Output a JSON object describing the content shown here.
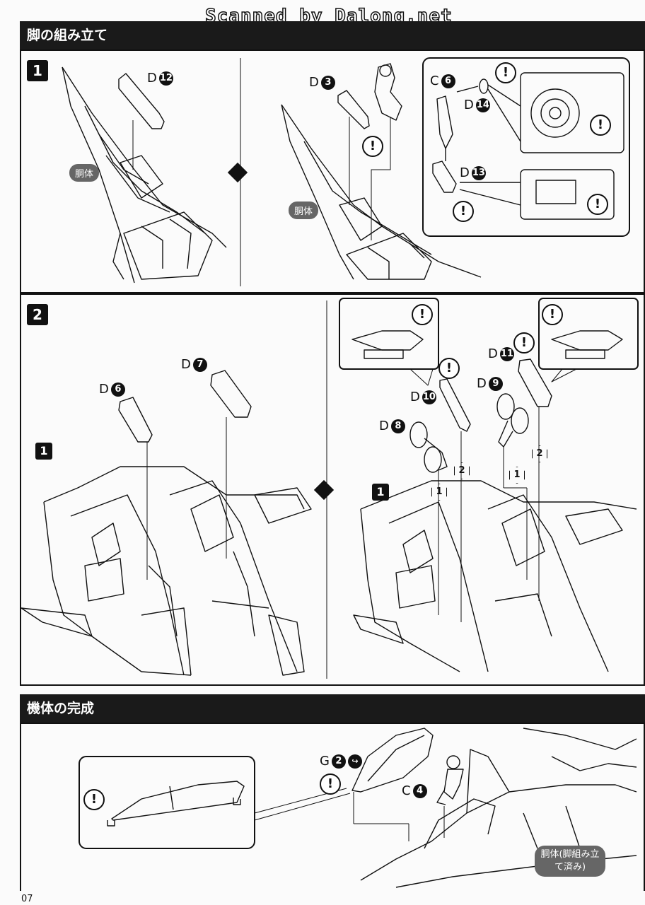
{
  "header": {
    "scan_credit": "Scanned by Dalong.net"
  },
  "section_legs": {
    "title": "脚の組み立て"
  },
  "section_complete": {
    "title": "機体の完成"
  },
  "step1": {
    "number": "1",
    "parts": {
      "d12": {
        "letter": "D",
        "num": "12"
      },
      "d3": {
        "letter": "D",
        "num": "3"
      },
      "c6": {
        "letter": "C",
        "num": "6"
      },
      "d14": {
        "letter": "D",
        "num": "14"
      },
      "d13": {
        "letter": "D",
        "num": "13"
      }
    },
    "body_label_left": "胴体",
    "body_label_right": "胴体"
  },
  "step2": {
    "number": "2",
    "ref_step_left": "1",
    "ref_step_right": "1",
    "parts": {
      "d6": {
        "letter": "D",
        "num": "6"
      },
      "d7": {
        "letter": "D",
        "num": "7"
      },
      "d10": {
        "letter": "D",
        "num": "10"
      },
      "d8": {
        "letter": "D",
        "num": "8"
      },
      "d9": {
        "letter": "D",
        "num": "9"
      },
      "d11": {
        "letter": "D",
        "num": "11"
      }
    },
    "order_marks": [
      "1",
      "2",
      "1",
      "2"
    ]
  },
  "completion": {
    "parts": {
      "g2": {
        "letter": "G",
        "num": "2"
      },
      "c4": {
        "letter": "C",
        "num": "4"
      }
    },
    "body_label": "胴体(脚組み立て済み)"
  },
  "warn_symbol": "!",
  "page_number": "07"
}
